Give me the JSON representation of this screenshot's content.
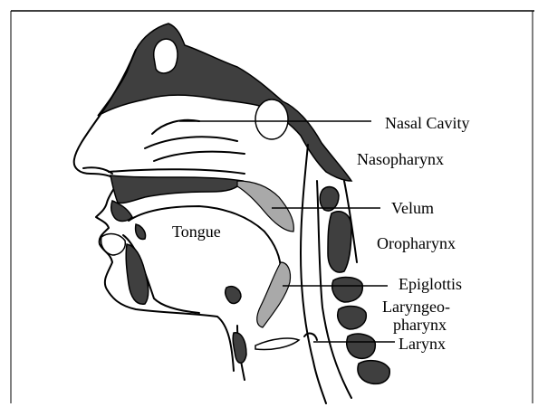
{
  "labels": {
    "nasal_cavity": "Nasal Cavity",
    "nasopharynx": "Nasopharynx",
    "velum": "Velum",
    "tongue": "Tongue",
    "oropharynx": "Oropharynx",
    "epiglottis": "Epiglottis",
    "laryngeopharynx_line1": "Laryngeo-",
    "laryngeopharynx_line2": "pharynx",
    "larynx": "Larynx"
  },
  "colors": {
    "background": "#ffffff",
    "bone": "#3f3f3f",
    "soft_tissue": "#a9a9a9",
    "outline": "#000000"
  }
}
